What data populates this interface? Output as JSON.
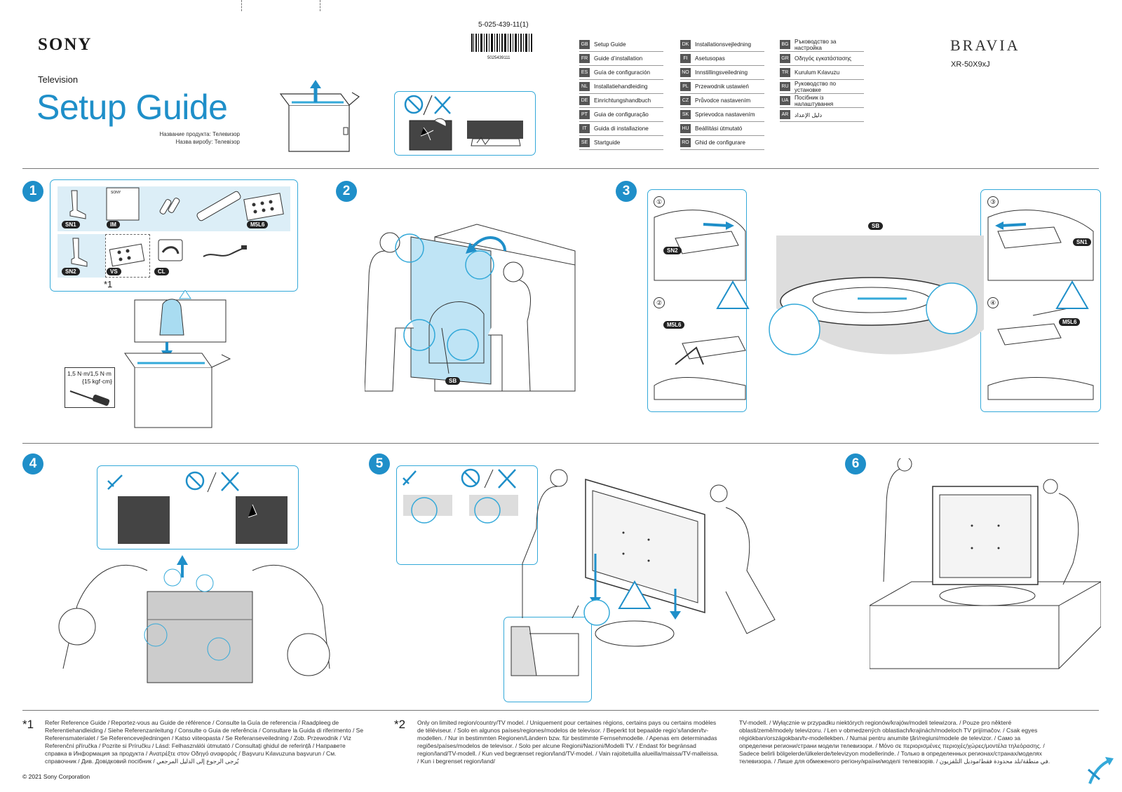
{
  "header": {
    "brand": "SONY",
    "product_type": "Television",
    "title": "Setup Guide",
    "ru_line1": "Название продукта: Телевизор",
    "ru_line2": "Назва виробу: Телевізор",
    "doc_code": "5-025-439-11(1)",
    "barcode_number": "5025439111",
    "series": "BRAVIA",
    "model": "XR-50X9xJ"
  },
  "languages": [
    [
      {
        "code": "GB",
        "name": "Setup Guide"
      },
      {
        "code": "FR",
        "name": "Guide d’installation"
      },
      {
        "code": "ES",
        "name": "Guía de configuración"
      },
      {
        "code": "NL",
        "name": "Installatiehandleiding"
      },
      {
        "code": "DE",
        "name": "Einrichtungshandbuch"
      },
      {
        "code": "PT",
        "name": "Guia de configuração"
      },
      {
        "code": "IT",
        "name": "Guida di installazione"
      },
      {
        "code": "SE",
        "name": "Startguide"
      }
    ],
    [
      {
        "code": "DK",
        "name": "Installationsvejledning"
      },
      {
        "code": "FI",
        "name": "Asetusopas"
      },
      {
        "code": "NO",
        "name": "Innstillingsveiledning"
      },
      {
        "code": "PL",
        "name": "Przewodnik ustawień"
      },
      {
        "code": "CZ",
        "name": "Průvodce nastavením"
      },
      {
        "code": "SK",
        "name": "Sprievodca nastavením"
      },
      {
        "code": "HU",
        "name": "Beállítási útmutató"
      },
      {
        "code": "RO",
        "name": "Ghid de configurare"
      }
    ],
    [
      {
        "code": "BG",
        "name": "Ръководство за настройка"
      },
      {
        "code": "GR",
        "name": "Οδηγός εγκατάστασης"
      },
      {
        "code": "TR",
        "name": "Kurulum Kılavuzu"
      },
      {
        "code": "RU",
        "name": "Руководство по установке"
      },
      {
        "code": "UA",
        "name": "Посібник із налаштування"
      },
      {
        "code": "AR",
        "name": "دليل الإعداد"
      }
    ]
  ],
  "steps": [
    "1",
    "2",
    "3",
    "4",
    "5",
    "6"
  ],
  "step1": {
    "items": [
      "SN1",
      "IM",
      "M5L6",
      "SN2",
      "VS",
      "CL"
    ],
    "star_note": "*1",
    "torque_line1": "1,5 N·m/1,5 N·m",
    "torque_line2": "{15 kgf·cm}"
  },
  "step2": {
    "label": "SB"
  },
  "step3": {
    "sub_numbers": [
      "①",
      "②",
      "③",
      "④"
    ],
    "labels": {
      "sn2": "SN2",
      "m5l6": "M5L6",
      "sb": "SB",
      "sn1": "SN1"
    }
  },
  "footnotes": {
    "mark1": "*1",
    "text1": "Refer Reference Guide / Reportez-vous au Guide de référence / Consulte la Guía de referencia / Raadpleeg de Referentiehandleiding / Siehe Referenzanleitung / Consulte o Guia de referência / Consultare la Guida di riferimento / Se Referensmaterialet / Se Referencevejledningen / Katso viiteopasta / Se Referanseveiledning / Zob. Przewodnik / Viz Referenční příručka / Pozrite si Príručku / Lásd: Felhasználói útmutató / Consultați ghidul de referință / Направете справка в Информация за продукта / Ανατρέξτε στον Οδηγό αναφοράς / Başvuru Kılavuzuna başvurun / См. справочник / Див. Довідковий посібник / يُرجى الرجوع إلى الدليل المرجعي",
    "mark2": "*2",
    "text2": "Only on limited region/country/TV model. / Uniquement pour certaines régions, certains pays ou certains modèles de téléviseur. / Solo en algunos países/regiones/modelos de televisor. / Beperkt tot bepaalde regio’s/landen/tv-modellen. / Nur in bestimmten Regionen/Ländern bzw. für bestimmte Fernsehmodelle. / Apenas em determinadas regiões/países/modelos de televisor. / Solo per alcune Regioni/Nazioni/Modelli TV. / Endast för begränsad region/land/TV-modell. / Kun ved begrænset region/land/TV-model. / Vain rajoitetuilla alueilla/maissa/TV-malleissa. / Kun i begrenset region/land/",
    "text3": "TV-modell. / Wyłącznie w przypadku niektórych regionów/krajów/modeli telewizora. / Pouze pro některé oblasti/země/modely televizoru. / Len v obmedzených oblastiach/krajinách/modeloch TV prijímačov. / Csak egyes régiókban/országokban/tv-modellekben. / Numai pentru anumite țări/regiuni/modele de televizor. / Само за определени региони/страни модели телевизори. / Μόνο σε περιορισμένες περιοχές/χώρες/μοντέλα τηλεόρασης. / Sadece belirli bölgelerde/ülkelerde/televizyon modellerinde. / Только в определенных регионах/странах/моделях телевизора. / Лише для обмеженого регіону/країни/моделі телевізорів. / في منطقة/بلد محدودة فقط/موديل التلفزيون."
  },
  "copyright": "© 2021 Sony Corporation"
}
